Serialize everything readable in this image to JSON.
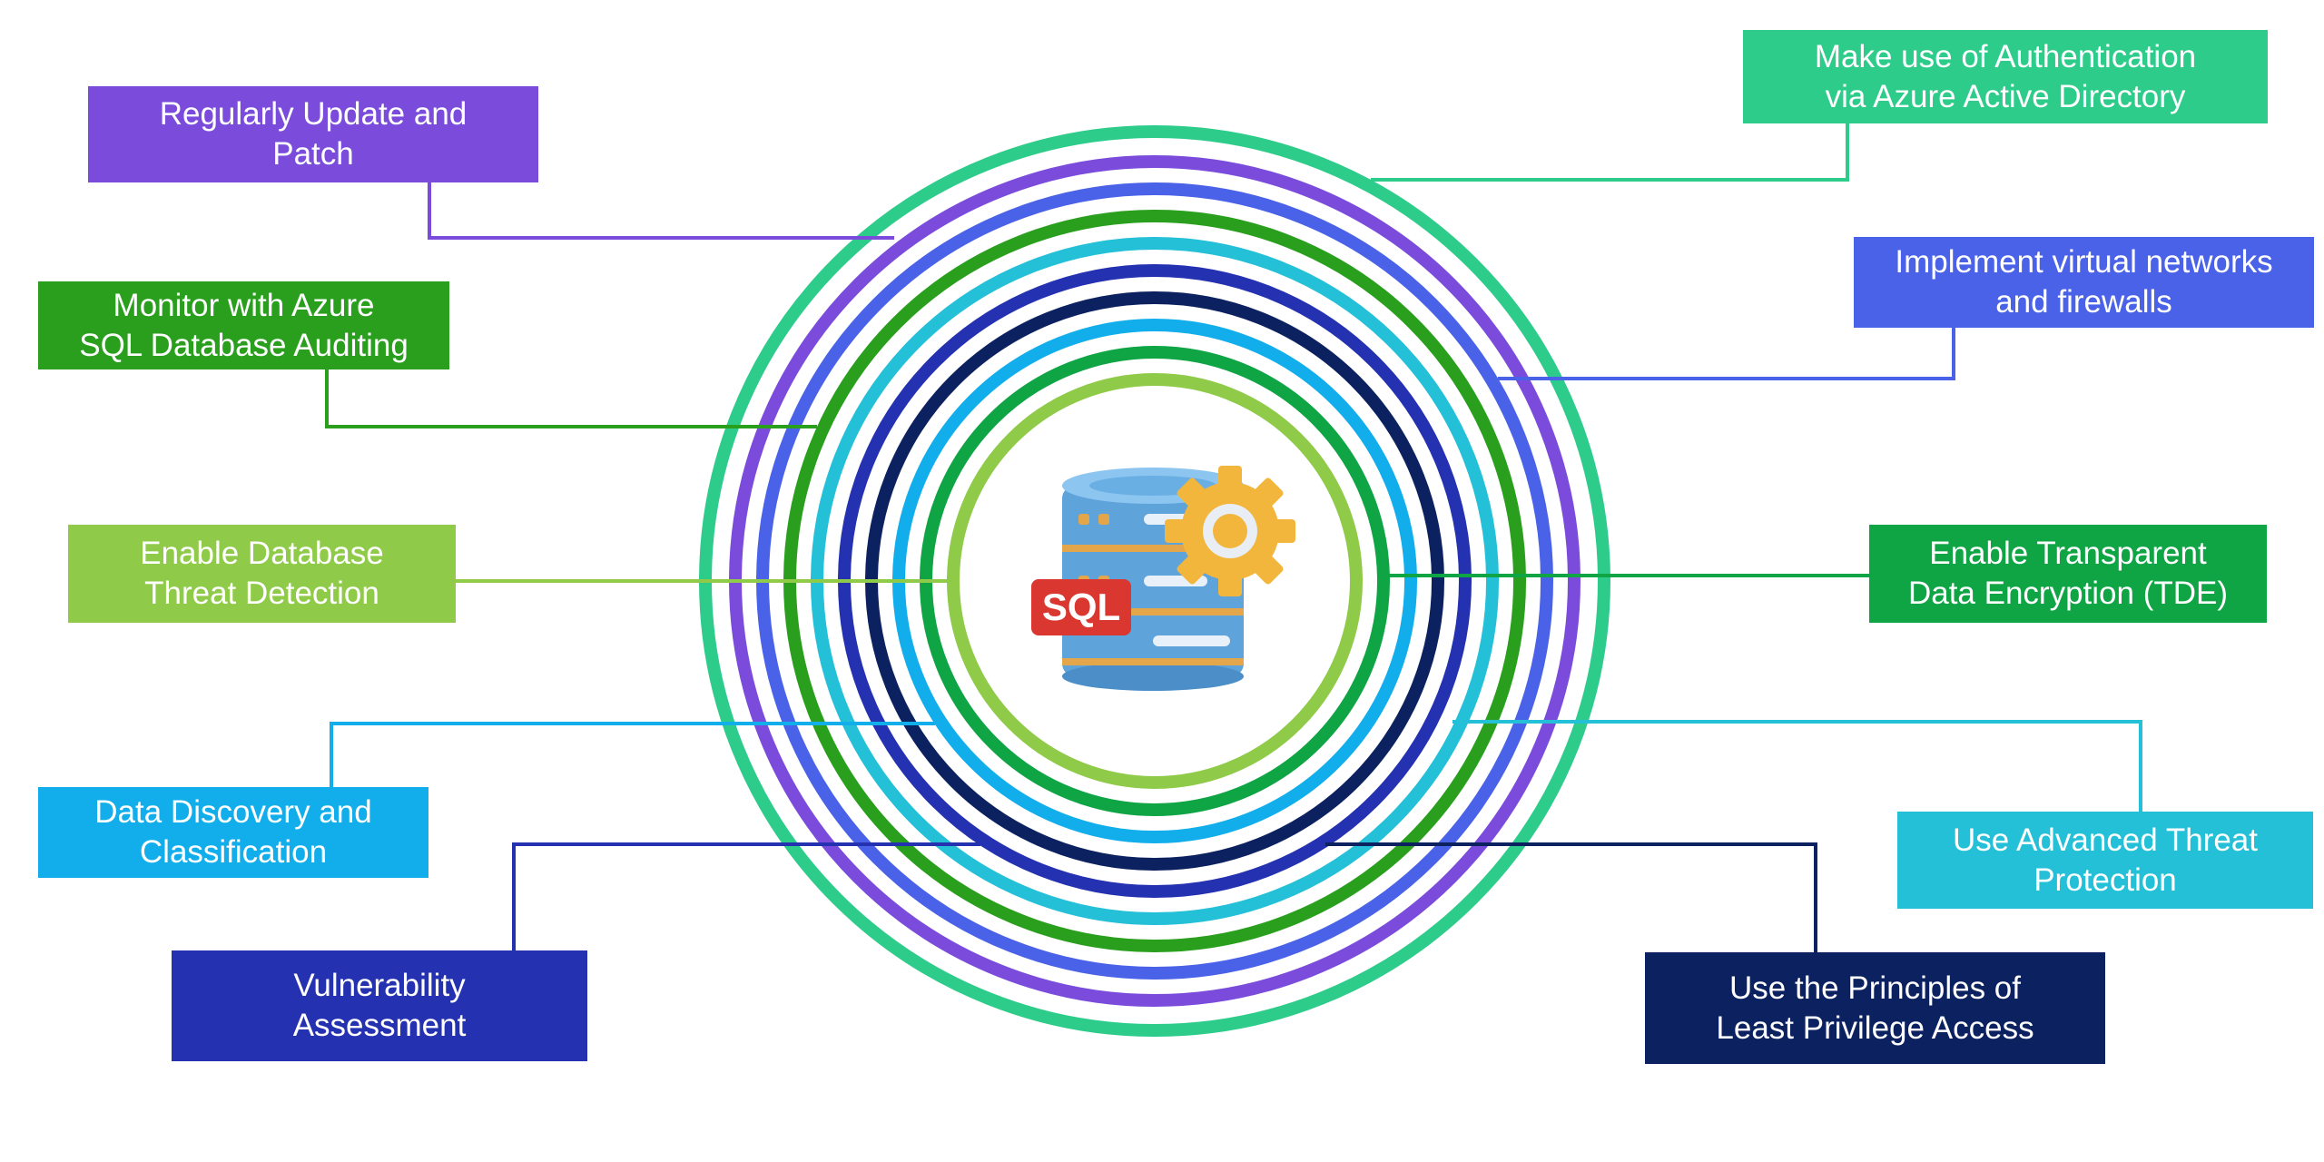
{
  "colors": {
    "ring_outer": "#2ECC8A",
    "purple": "#7B4CDC",
    "royal_blue": "#4A62E8",
    "green": "#2A9F1E",
    "cyan": "#23C0D8",
    "indigo": "#2431B0",
    "navy": "#0C2160",
    "sky": "#12AEEC",
    "emerald": "#0FA444",
    "lime": "#8FCB48"
  },
  "center_icon": {
    "name": "sql-database-gear-icon",
    "badge_text": "SQL"
  },
  "practices": [
    {
      "id": "regular-update",
      "label": "Regularly Update and\nPatch",
      "color": "#7B4CDC"
    },
    {
      "id": "auditing",
      "label": "Monitor with Azure\nSQL Database Auditing",
      "color": "#2A9F1E"
    },
    {
      "id": "threat-detection",
      "label": "Enable Database\nThreat Detection",
      "color": "#8FCB48"
    },
    {
      "id": "data-discovery",
      "label": "Data Discovery and\nClassification",
      "color": "#12AEEC"
    },
    {
      "id": "vulnerability",
      "label": "Vulnerability\nAssessment",
      "color": "#2431B0"
    },
    {
      "id": "aad-auth",
      "label": "Make use of Authentication\nvia Azure Active Directory",
      "color": "#2ECC8A"
    },
    {
      "id": "vnet-firewall",
      "label": "Implement virtual networks\nand firewalls",
      "color": "#4A62E8"
    },
    {
      "id": "tde",
      "label": "Enable Transparent\nData Encryption (TDE)",
      "color": "#0FA444"
    },
    {
      "id": "atp",
      "label": "Use Advanced Threat\nProtection",
      "color": "#23C0D8"
    },
    {
      "id": "least-privilege",
      "label": "Use the Principles of\nLeast Privilege Access",
      "color": "#0C2160"
    }
  ]
}
